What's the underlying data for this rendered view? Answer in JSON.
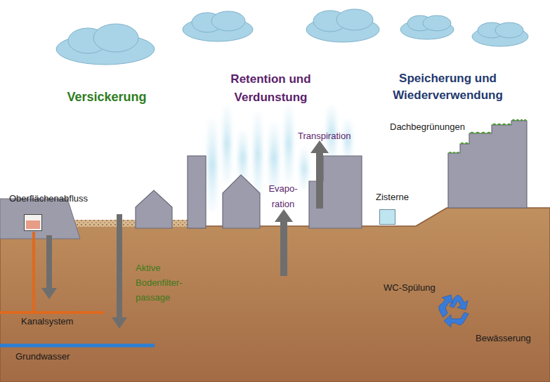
{
  "diagram": {
    "nodes": [
      {
        "text": [
          "Oberflächenabfluss"
        ]
      },
      {
        "text": [
          "Zisterne"
        ]
      }
    ],
    "labels": [
      "Versickerung",
      "Retention und Verdunstung",
      "Speicherung und Wiederverwendung",
      "Dachbegrünungen",
      "Transpiration",
      "Evapo- ration",
      "Aktive Bodenfilter- passage",
      "Kanalsystem",
      "Grundwasser",
      "WC-Spülung",
      "Bewässerung"
    ]
  }
}
